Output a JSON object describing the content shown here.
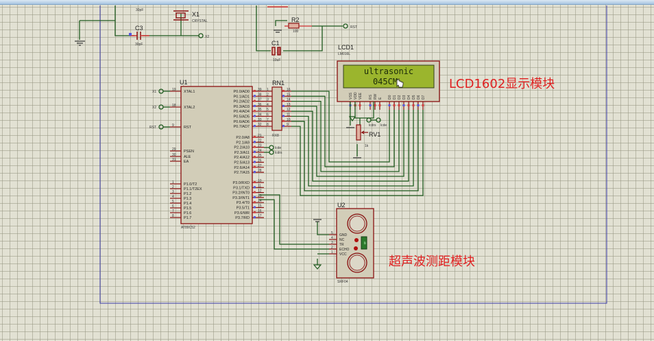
{
  "app": {
    "title_bar": "",
    "view": "schematic"
  },
  "components": {
    "crystal": {
      "ref": "X1",
      "value": "CRYSTAL"
    },
    "c2": {
      "value": "30pF"
    },
    "c3": {
      "ref": "C3",
      "value": "30pF"
    },
    "r2": {
      "ref": "R2",
      "value": "100"
    },
    "c1": {
      "ref": "C1",
      "value": "10uF"
    },
    "lcd": {
      "ref": "LCD1",
      "part": "LM016L",
      "line1": "ultrasonic",
      "line2": "045CM",
      "pins": [
        "VSS",
        "VDD",
        "VEE",
        "RS",
        "RW",
        "E",
        "D0",
        "D1",
        "D2",
        "D3",
        "D4",
        "D5",
        "D6",
        "D7"
      ]
    },
    "mcu": {
      "ref": "U1",
      "part": "AT89C52",
      "left_pins": [
        {
          "num": "19",
          "name": "XTAL1"
        },
        {
          "num": "18",
          "name": "XTAL2"
        },
        {
          "num": "9",
          "name": "RST"
        },
        {
          "num": "29",
          "name": "PSEN"
        },
        {
          "num": "30",
          "name": "ALE"
        },
        {
          "num": "31",
          "name": "EA"
        },
        {
          "num": "1",
          "name": "P1.0/T2"
        },
        {
          "num": "2",
          "name": "P1.1/T2EX"
        },
        {
          "num": "3",
          "name": "P1.2"
        },
        {
          "num": "4",
          "name": "P1.3"
        },
        {
          "num": "5",
          "name": "P1.4"
        },
        {
          "num": "6",
          "name": "P1.5"
        },
        {
          "num": "7",
          "name": "P1.6"
        },
        {
          "num": "8",
          "name": "P1.7"
        }
      ],
      "p0_pins": [
        {
          "num": "39",
          "name": "P0.0/AD0"
        },
        {
          "num": "38",
          "name": "P0.1/AD1"
        },
        {
          "num": "37",
          "name": "P0.2/AD2"
        },
        {
          "num": "36",
          "name": "P0.3/AD3"
        },
        {
          "num": "35",
          "name": "P0.4/AD4"
        },
        {
          "num": "34",
          "name": "P0.5/AD5"
        },
        {
          "num": "33",
          "name": "P0.6/AD6"
        },
        {
          "num": "32",
          "name": "P0.7/AD7"
        }
      ],
      "p2_pins": [
        {
          "num": "21",
          "name": "P2.0/A8"
        },
        {
          "num": "22",
          "name": "P2.1/A9"
        },
        {
          "num": "23",
          "name": "P2.2/A10"
        },
        {
          "num": "24",
          "name": "P2.3/A11"
        },
        {
          "num": "25",
          "name": "P2.4/A12"
        },
        {
          "num": "26",
          "name": "P2.5/A13"
        },
        {
          "num": "27",
          "name": "P2.6/A14"
        },
        {
          "num": "28",
          "name": "P2.7/A15"
        }
      ],
      "p3_pins": [
        {
          "num": "10",
          "name": "P3.0/RXD"
        },
        {
          "num": "11",
          "name": "P3.1/TXD"
        },
        {
          "num": "12",
          "name": "P3.2/INT0"
        },
        {
          "num": "13",
          "name": "P3.3/INT1"
        },
        {
          "num": "14",
          "name": "P3.4/T0"
        },
        {
          "num": "15",
          "name": "P3.5/T1"
        },
        {
          "num": "16",
          "name": "P3.6/WR"
        },
        {
          "num": "17",
          "name": "P3.7/RD"
        }
      ]
    },
    "rn1": {
      "ref": "RN1",
      "part": "RX8",
      "left": [
        "1",
        "2",
        "3",
        "4",
        "5",
        "6",
        "7",
        "8"
      ],
      "right": [
        "16",
        "15",
        "14",
        "13",
        "12",
        "11",
        "10",
        "9"
      ]
    },
    "rv1": {
      "ref": "RV1",
      "value": "1k"
    },
    "u2": {
      "ref": "U2",
      "part": "SRF04",
      "pins": [
        {
          "num": "5",
          "name": "GND"
        },
        {
          "num": "4",
          "name": "NC"
        },
        {
          "num": "3",
          "name": "TR"
        },
        {
          "num": "2",
          "name": "ECHO"
        },
        {
          "num": "1",
          "name": "VCC"
        }
      ],
      "led_text": "45"
    }
  },
  "terminals": {
    "x1": "X1",
    "x2": "X2",
    "rst": "RST",
    "lcde": "lcde",
    "lcdrs": "lcdrs",
    "lcdrs2": "lcdrs",
    "lcde2": "lcde"
  },
  "annotations": {
    "lcd_module": "LCD1602显示模块",
    "ultrasonic_module": "超声波测距模块"
  }
}
